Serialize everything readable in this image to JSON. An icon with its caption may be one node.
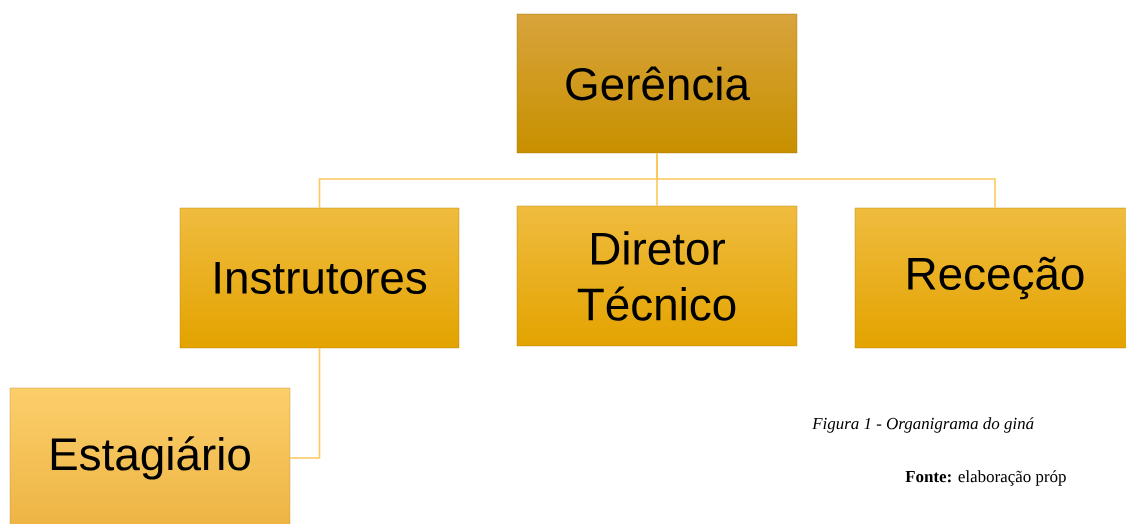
{
  "diagram": {
    "caption": "Figura 1 - Organigrama do giná",
    "nodes": [
      {
        "text": [
          "Gerência"
        ]
      },
      {
        "text": [
          "Instrutores"
        ]
      },
      {
        "text": [
          "Diretor Técnico"
        ]
      },
      {
        "text": [
          "Receção"
        ]
      },
      {
        "text": [
          "Estagiário"
        ]
      }
    ],
    "edges": [
      {
        "from": 0,
        "to": 1,
        "arrow": "none"
      },
      {
        "from": 0,
        "to": 2,
        "arrow": "none"
      },
      {
        "from": 0,
        "to": 3,
        "arrow": "none"
      },
      {
        "from": 1,
        "to": 4,
        "arrow": "none"
      }
    ],
    "labels": [
      "**Fonte:** elaboração próp"
    ]
  }
}
